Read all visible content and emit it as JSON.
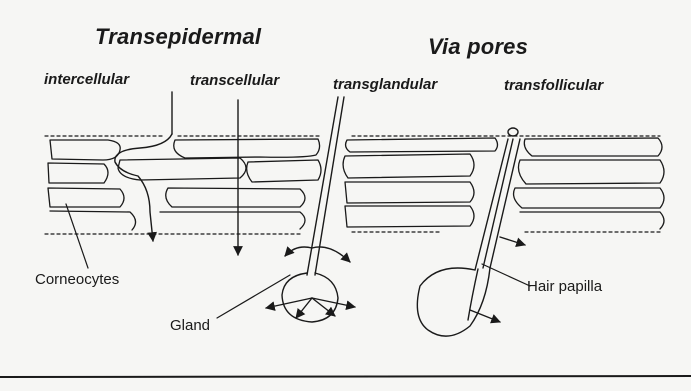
{
  "headings": {
    "transepidermal": "Transepidermal",
    "via_pores": "Via pores"
  },
  "routes": {
    "intercellular": "intercellular",
    "transcellular": "transcellular",
    "transglandular": "transglandular",
    "transfollicular": "transfollicular"
  },
  "labels": {
    "corneocytes": "Corneocytes",
    "gland": "Gland",
    "hair_papilla": "Hair papilla"
  },
  "colors": {
    "ink": "#1a1a1a",
    "paper": "#f6f6f4"
  }
}
